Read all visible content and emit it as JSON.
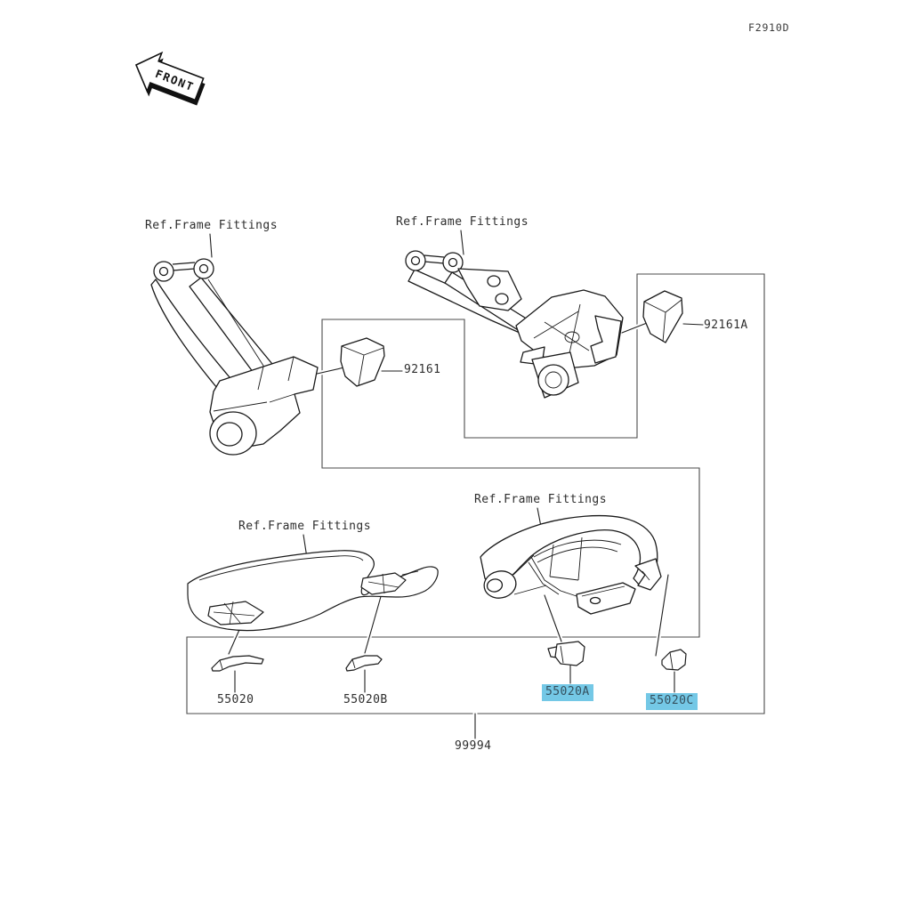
{
  "diagram": {
    "code": "F2910D",
    "front_arrow": "FRONT",
    "ref_labels": [
      "Ref.Frame Fittings",
      "Ref.Frame Fittings",
      "Ref.Frame Fittings",
      "Ref.Frame Fittings"
    ],
    "parts": [
      {
        "number": "92161",
        "highlighted": false
      },
      {
        "number": "92161A",
        "highlighted": false
      },
      {
        "number": "55020",
        "highlighted": false
      },
      {
        "number": "55020B",
        "highlighted": false
      },
      {
        "number": "55020A",
        "highlighted": true
      },
      {
        "number": "55020C",
        "highlighted": true
      }
    ],
    "kit": {
      "number": "99994"
    },
    "colors": {
      "highlight": "#74c8e6",
      "part_line": "#1a1a1a",
      "box_line": "#4b4b4b",
      "background": "#ffffff"
    }
  }
}
